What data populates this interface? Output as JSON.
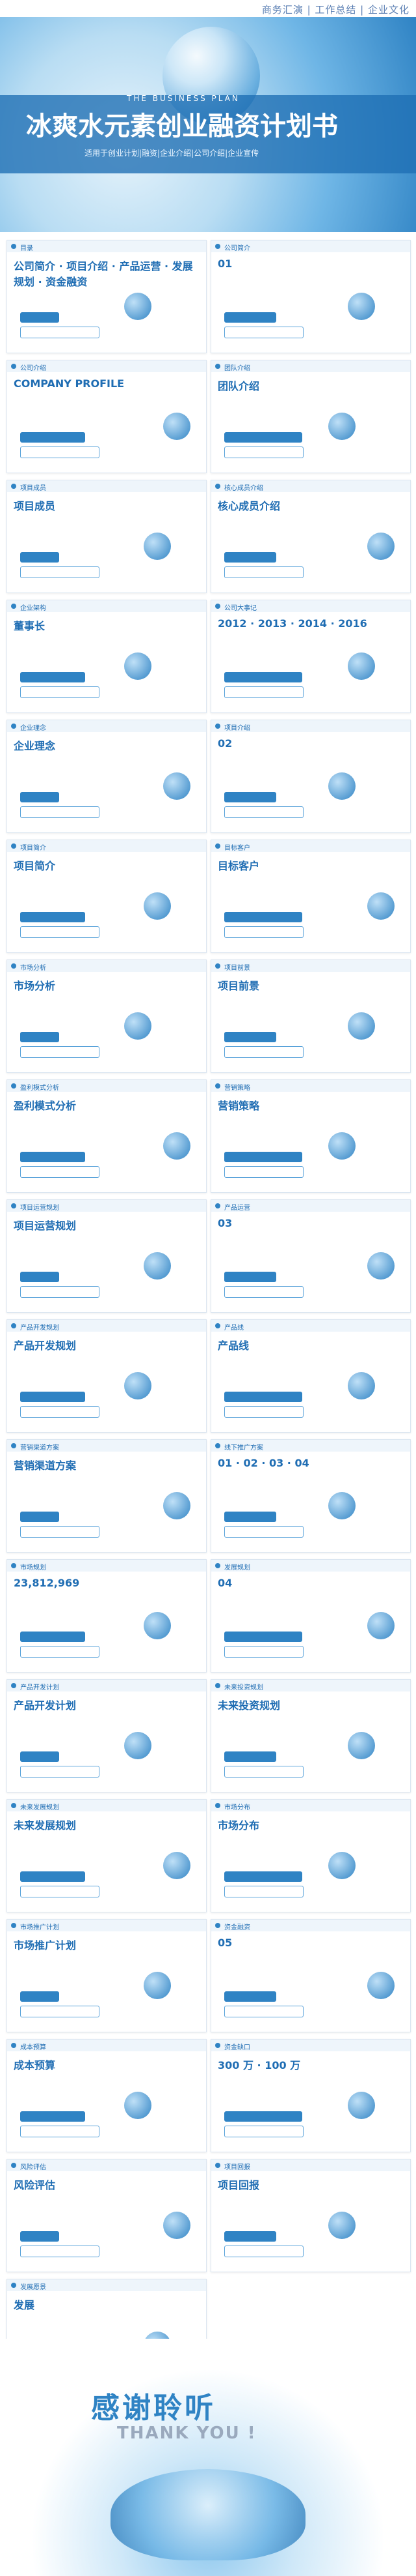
{
  "header": {
    "tags": "商务汇演 | 工作总结 | 企业文化"
  },
  "hero": {
    "title": "冰爽水元素创业融资计划书",
    "subtitle": "THE BUSINESS PLAN",
    "description": "适用于创业计划|融资|企业介绍|公司介绍|企业宣传"
  },
  "slides": [
    {
      "title": "目录",
      "body": "公司简介 · 项目介绍 · 产品运营 · 发展规划 · 资金融资"
    },
    {
      "title": "公司简介",
      "body": "01"
    },
    {
      "title": "公司介绍",
      "body": "COMPANY PROFILE"
    },
    {
      "title": "团队介绍",
      "body": "团队介绍"
    },
    {
      "title": "项目成员",
      "body": "项目成员"
    },
    {
      "title": "核心成员介绍",
      "body": "核心成员介绍"
    },
    {
      "title": "企业架构",
      "body": "董事长"
    },
    {
      "title": "公司大事记",
      "body": "2012 · 2013 · 2014 · 2016"
    },
    {
      "title": "企业理念",
      "body": "企业理念"
    },
    {
      "title": "项目介绍",
      "body": "02"
    },
    {
      "title": "项目简介",
      "body": "项目简介"
    },
    {
      "title": "目标客户",
      "body": "目标客户"
    },
    {
      "title": "市场分析",
      "body": "市场分析"
    },
    {
      "title": "项目前景",
      "body": "项目前景"
    },
    {
      "title": "盈利模式分析",
      "body": "盈利模式分析"
    },
    {
      "title": "营销策略",
      "body": "营销策略"
    },
    {
      "title": "项目运营规划",
      "body": "项目运营规划"
    },
    {
      "title": "产品运营",
      "body": "03"
    },
    {
      "title": "产品开发规划",
      "body": "产品开发规划"
    },
    {
      "title": "产品线",
      "body": "产品线"
    },
    {
      "title": "营销渠道方案",
      "body": "营销渠道方案"
    },
    {
      "title": "线下推广方案",
      "body": "01 · 02 · 03 · 04"
    },
    {
      "title": "市场规划",
      "body": "23,812,969"
    },
    {
      "title": "发展规划",
      "body": "04"
    },
    {
      "title": "产品开发计划",
      "body": "产品开发计划"
    },
    {
      "title": "未来投资规划",
      "body": "未来投资规划"
    },
    {
      "title": "未来发展规划",
      "body": "未来发展规划"
    },
    {
      "title": "市场分布",
      "body": "市场分布"
    },
    {
      "title": "市场推广计划",
      "body": "市场推广计划"
    },
    {
      "title": "资金融资",
      "body": "05"
    },
    {
      "title": "成本预算",
      "body": "成本预算"
    },
    {
      "title": "资金缺口",
      "body": "300 万 · 100 万"
    },
    {
      "title": "风险评估",
      "body": "风险评估"
    },
    {
      "title": "项目回报",
      "body": "项目回报"
    },
    {
      "title": "发展愿景",
      "body": "发展"
    }
  ],
  "thanks": {
    "main": "感谢聆听",
    "sub": "THANK YOU !"
  }
}
